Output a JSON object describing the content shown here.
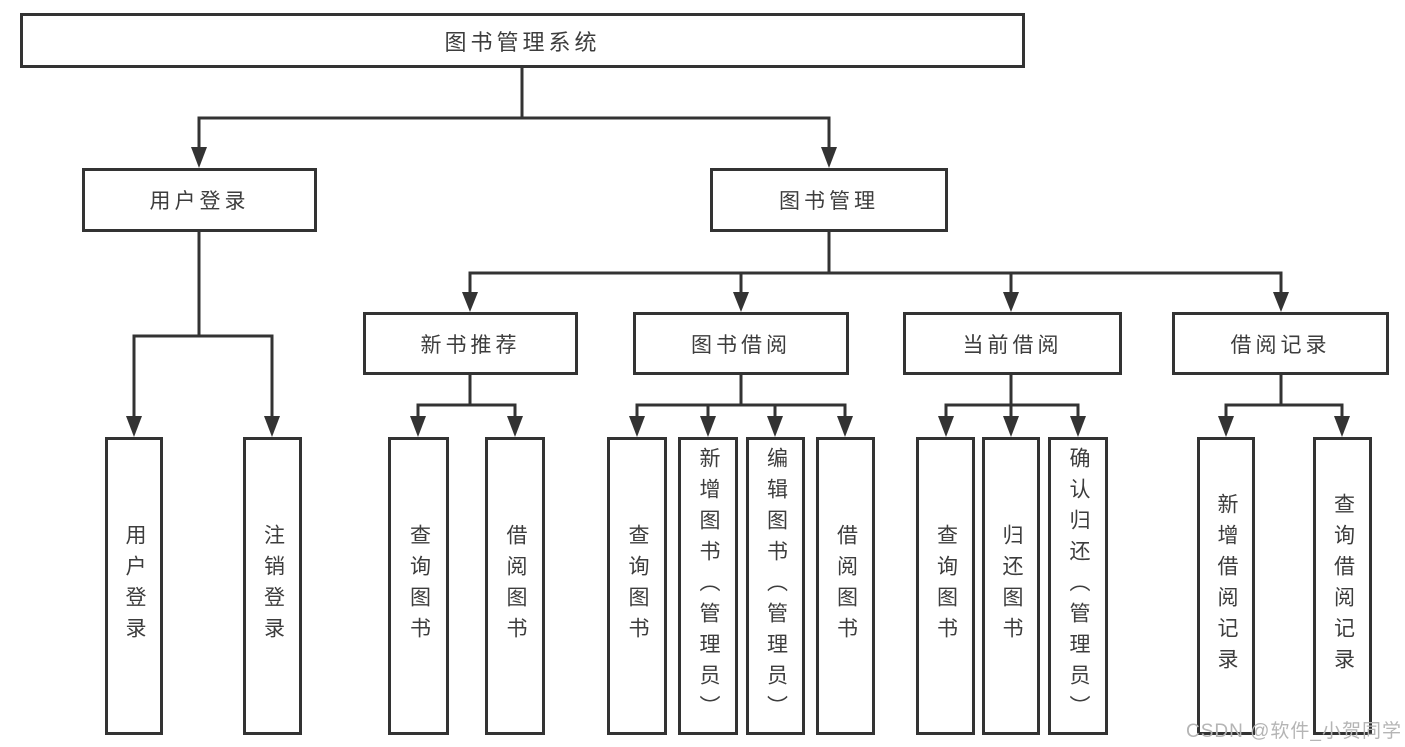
{
  "diagram": {
    "root": {
      "label": "图书管理系统"
    },
    "branches": [
      {
        "label": "用户登录",
        "children": [
          {
            "label": "用户登录"
          },
          {
            "label": "注销登录"
          }
        ]
      },
      {
        "label": "图书管理",
        "children": [
          {
            "label": "新书推荐",
            "children": [
              {
                "label": "查询图书"
              },
              {
                "label": "借阅图书"
              }
            ]
          },
          {
            "label": "图书借阅",
            "children": [
              {
                "label": "查询图书"
              },
              {
                "label": "新增图书（管理员）"
              },
              {
                "label": "编辑图书（管理员）"
              },
              {
                "label": "借阅图书"
              }
            ]
          },
          {
            "label": "当前借阅",
            "children": [
              {
                "label": "查询图书"
              },
              {
                "label": "归还图书"
              },
              {
                "label": "确认归还（管理员）"
              }
            ]
          },
          {
            "label": "借阅记录",
            "children": [
              {
                "label": "新增借阅记录"
              },
              {
                "label": "查询借阅记录"
              }
            ]
          }
        ]
      }
    ]
  },
  "watermark": {
    "text": "CSDN @软件_小贺同学",
    "color": "#b5b5b5"
  },
  "colors": {
    "line": "#333333",
    "box_border": "#333333",
    "box_fill": "#ffffff",
    "text": "#3d3d3d",
    "background": "#ffffff"
  }
}
